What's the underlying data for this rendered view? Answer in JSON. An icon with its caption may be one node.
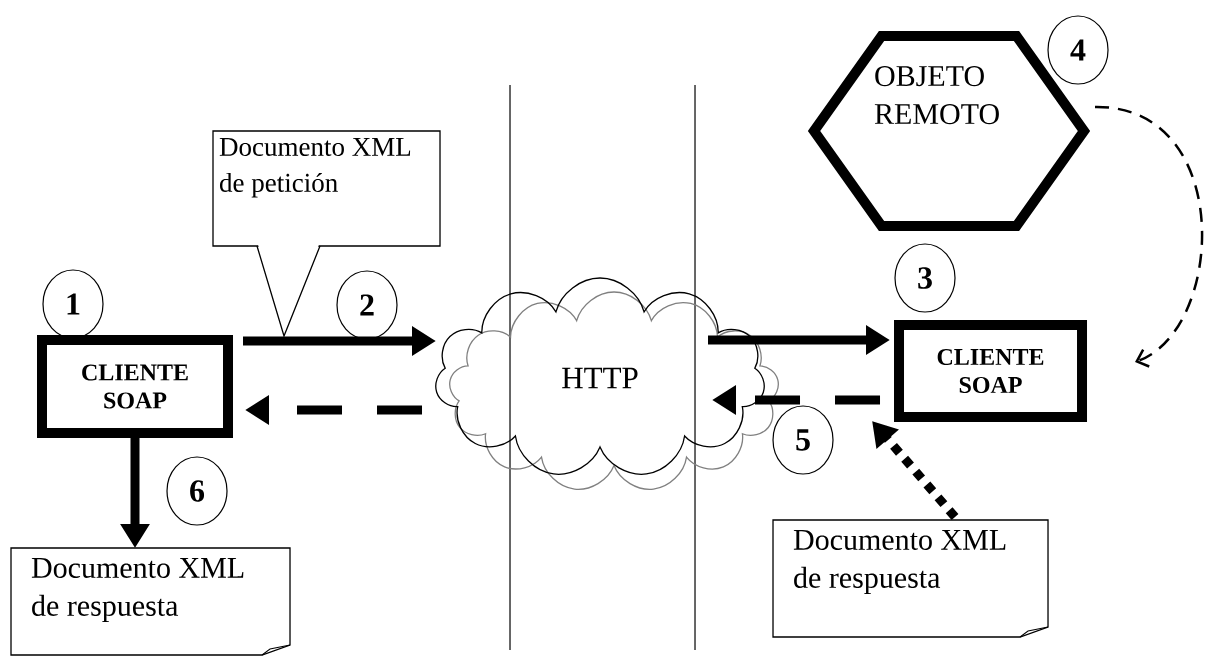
{
  "diagram": {
    "nodes": [
      {
        "text": [
          "Documento XML de petición"
        ]
      },
      {
        "text": [
          "OBJETO REMOTO"
        ]
      },
      {
        "text": [
          "4"
        ]
      },
      {
        "text": [
          "1"
        ]
      },
      {
        "text": [
          "2"
        ]
      },
      {
        "text": [
          "3"
        ]
      },
      {
        "text": [
          "CLIENTE SOAP"
        ]
      },
      {
        "text": [
          "HTTP"
        ]
      },
      {
        "text": [
          "CLIENTE SOAP"
        ]
      },
      {
        "text": [
          "5"
        ]
      },
      {
        "text": [
          "6"
        ]
      },
      {
        "text": [
          "Documento XML de respuesta"
        ]
      },
      {
        "text": [
          "Documento XML de respuesta"
        ]
      }
    ],
    "edges": [
      {
        "from": 6,
        "to": 7,
        "arrow": "to"
      },
      {
        "from": 7,
        "to": 6,
        "arrow": "to",
        "style": "dashed"
      },
      {
        "from": 7,
        "to": 8,
        "arrow": "to"
      },
      {
        "from": 8,
        "to": 7,
        "arrow": "to",
        "style": "dashed"
      },
      {
        "from": 1,
        "to": 8,
        "arrow": "to",
        "style": "dashed"
      },
      {
        "from": 6,
        "to": 11,
        "arrow": "to"
      },
      {
        "from": 12,
        "to": 8,
        "arrow": "to",
        "style": "dashed"
      }
    ]
  }
}
